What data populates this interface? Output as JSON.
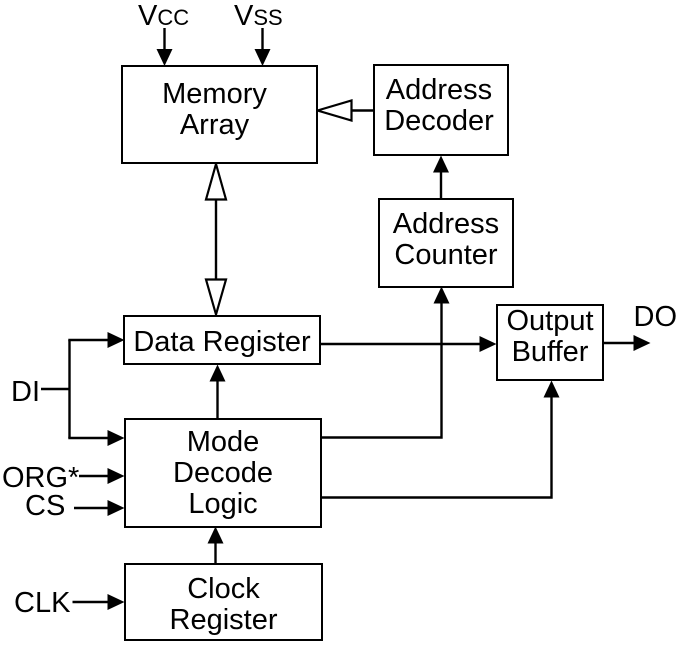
{
  "colors": {
    "ink": "#000000",
    "background": "#ffffff"
  },
  "nodes": {
    "memory_array": {
      "label": "Memory\nArray"
    },
    "address_decoder": {
      "label": "Address\nDecoder"
    },
    "address_counter": {
      "label": "Address\nCounter"
    },
    "data_register": {
      "label": "Data Register"
    },
    "mode_decode_logic": {
      "label": "Mode\nDecode\nLogic"
    },
    "output_buffer": {
      "label": "Output\nBuffer"
    },
    "clock_register": {
      "label": "Clock\nRegister"
    }
  },
  "pins": {
    "vcc": {
      "main": "V",
      "sub": "CC"
    },
    "vss": {
      "main": "V",
      "sub": "SS"
    },
    "di": {
      "label": "DI"
    },
    "org": {
      "label": "ORG*"
    },
    "cs": {
      "label": "CS"
    },
    "clk": {
      "label": "CLK"
    },
    "do": {
      "label": "DO"
    }
  },
  "edges": [
    {
      "from": "VCC",
      "to": "Memory Array",
      "style": "solid-arrow"
    },
    {
      "from": "VSS",
      "to": "Memory Array",
      "style": "solid-arrow"
    },
    {
      "from": "Address Decoder",
      "to": "Memory Array",
      "style": "hollow-arrow"
    },
    {
      "from": "Address Counter",
      "to": "Address Decoder",
      "style": "solid-arrow"
    },
    {
      "from": "Memory Array",
      "to": "Data Register",
      "style": "hollow-double-arrow"
    },
    {
      "from": "DI",
      "to": "Data Register",
      "style": "solid-arrow"
    },
    {
      "from": "DI",
      "to": "Mode Decode Logic",
      "style": "solid-arrow"
    },
    {
      "from": "ORG*",
      "to": "Mode Decode Logic",
      "style": "solid-arrow"
    },
    {
      "from": "CS",
      "to": "Mode Decode Logic",
      "style": "solid-arrow"
    },
    {
      "from": "CLK",
      "to": "Clock Register",
      "style": "solid-arrow"
    },
    {
      "from": "Clock Register",
      "to": "Mode Decode Logic",
      "style": "solid-arrow"
    },
    {
      "from": "Mode Decode Logic",
      "to": "Data Register",
      "style": "solid-arrow"
    },
    {
      "from": "Mode Decode Logic",
      "to": "Address Counter",
      "style": "solid-arrow"
    },
    {
      "from": "Mode Decode Logic",
      "to": "Output Buffer",
      "style": "solid-arrow"
    },
    {
      "from": "Data Register",
      "to": "Output Buffer",
      "style": "solid-arrow"
    },
    {
      "from": "Output Buffer",
      "to": "DO",
      "style": "solid-arrow"
    }
  ]
}
